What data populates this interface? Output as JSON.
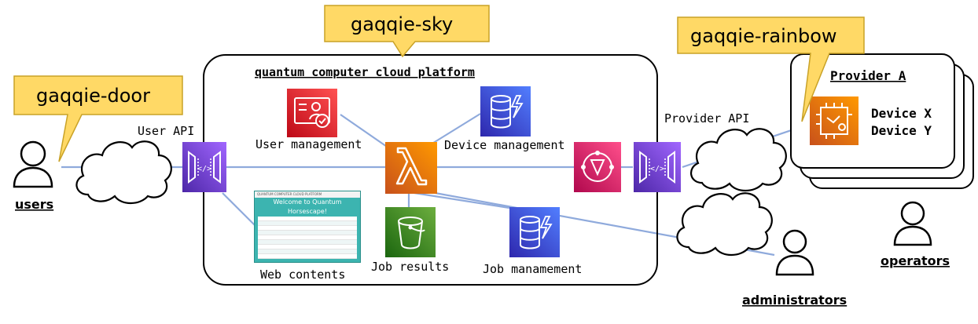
{
  "callouts": {
    "door": "gaqqie-door",
    "sky": "gaqqie-sky",
    "rainbow": "gaqqie-rainbow"
  },
  "platform": {
    "title": "quantum computer cloud platform"
  },
  "labels": {
    "user_api": "User API",
    "provider_api": "Provider API",
    "user_management": "User management",
    "device_management": "Device management",
    "web_contents": "Web contents",
    "job_results": "Job results",
    "job_management": "Job manamement"
  },
  "actors": {
    "users": "users",
    "operators": "operators",
    "administrators": "administrators"
  },
  "provider": {
    "title": "Provider A",
    "devices": [
      "Device X",
      "Device Y"
    ]
  },
  "web_screenshot": {
    "header": "QUANTUM COMPUTER CLOUD PLATFORM",
    "hero": "Welcome to Quantum Horsescape!"
  },
  "colors": {
    "callout_fill": "#ffd966",
    "callout_stroke": "#c9a227",
    "connector": "#8faadc",
    "api_gateway": "#7b3fe4",
    "lambda": "#e7711b",
    "dynamodb": "#3f48cc",
    "s3": "#3f8624",
    "cognito": "#dd344c",
    "eventbridge": "#e7157b",
    "iot": "#e7711b"
  }
}
